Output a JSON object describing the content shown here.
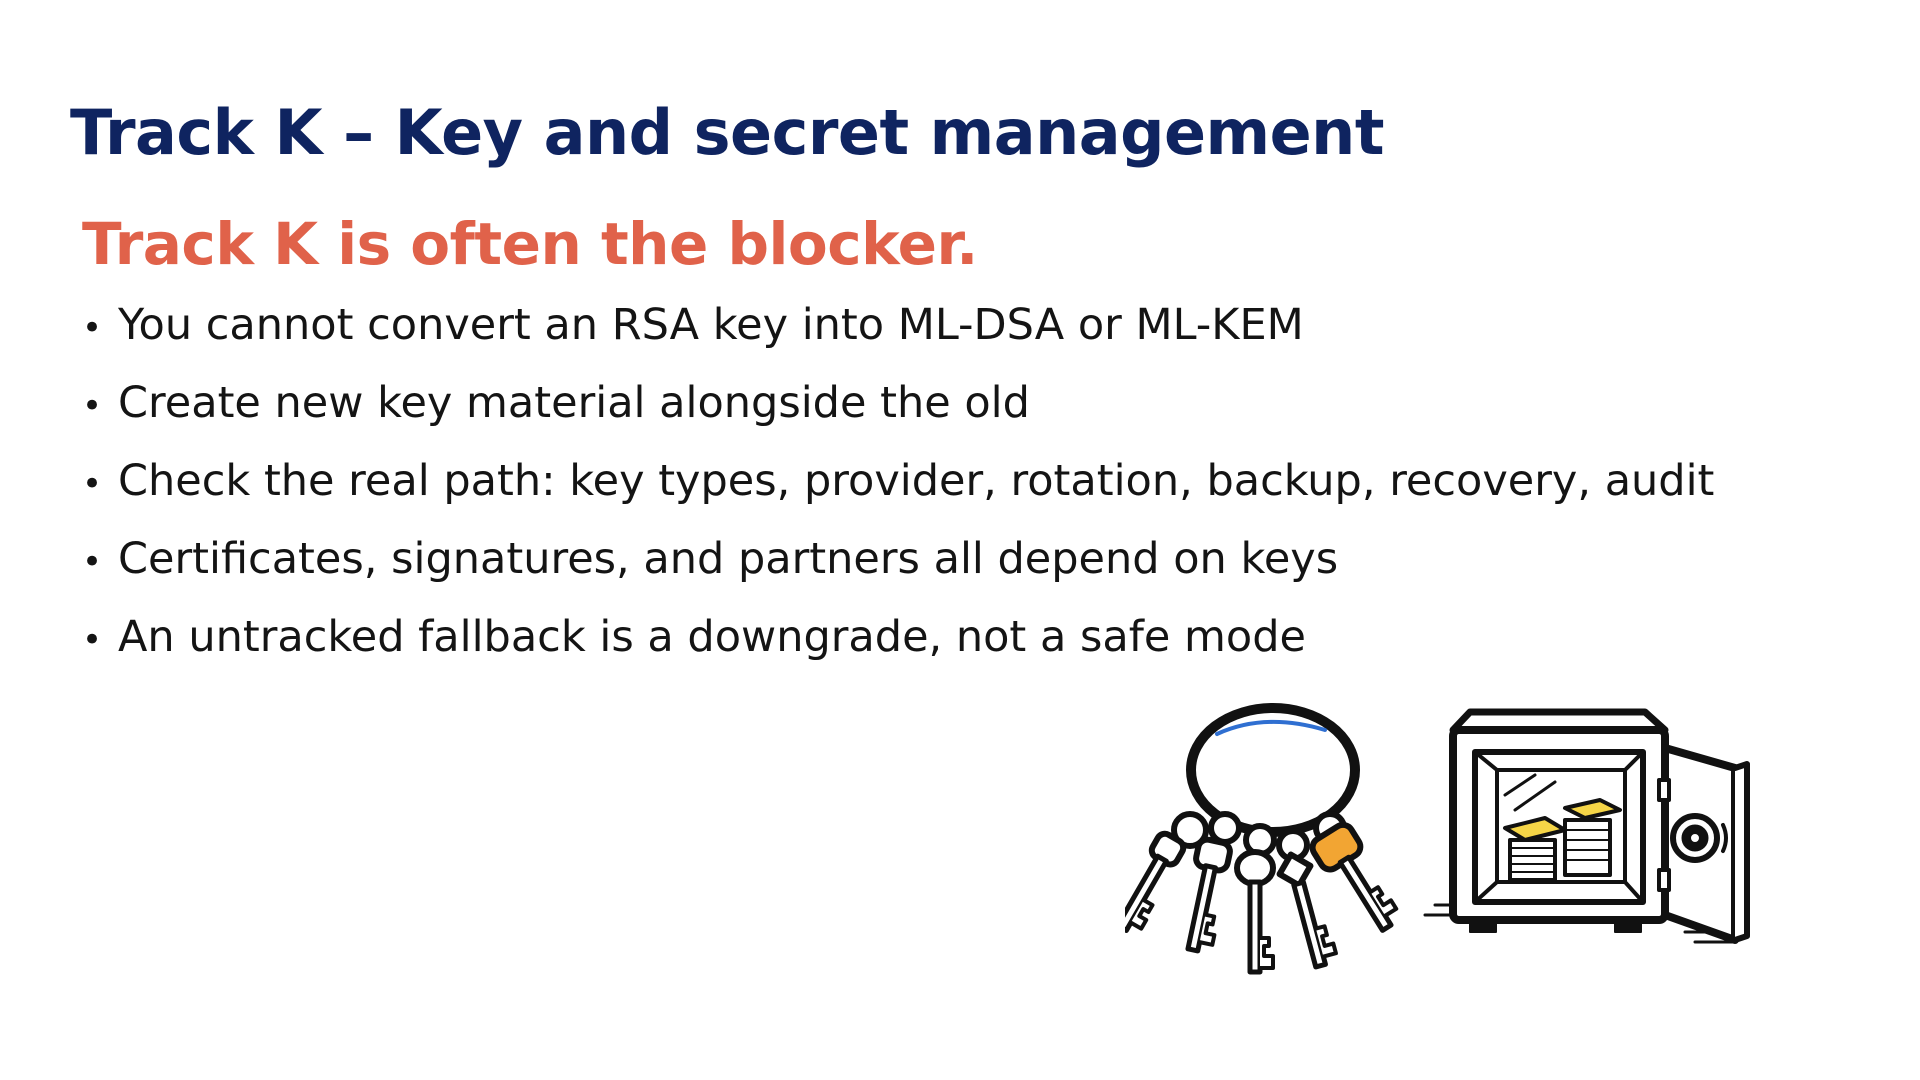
{
  "slide": {
    "title": "Track K – Key and secret management",
    "subtitle": "Track K is often the blocker.",
    "bullet_glyph": "•",
    "bullets": [
      "You cannot convert an RSA key into ML-DSA or ML-KEM",
      "Create new key material alongside the old",
      "Check the real path: key types, provider, rotation, backup, recovery, audit",
      "Certificates, signatures, and partners all depend on keys",
      "An untracked fallback is a downgrade, not a safe mode"
    ]
  },
  "illustrations": {
    "left": "key-ring-icon",
    "right": "open-safe-icon"
  },
  "colors": {
    "title": "#0f2460",
    "subtitle": "#e0624a",
    "body_text": "#141414",
    "accent_key": "#f2a533",
    "accent_gold": "#f5d547",
    "ring_highlight": "#2f6fd1"
  }
}
